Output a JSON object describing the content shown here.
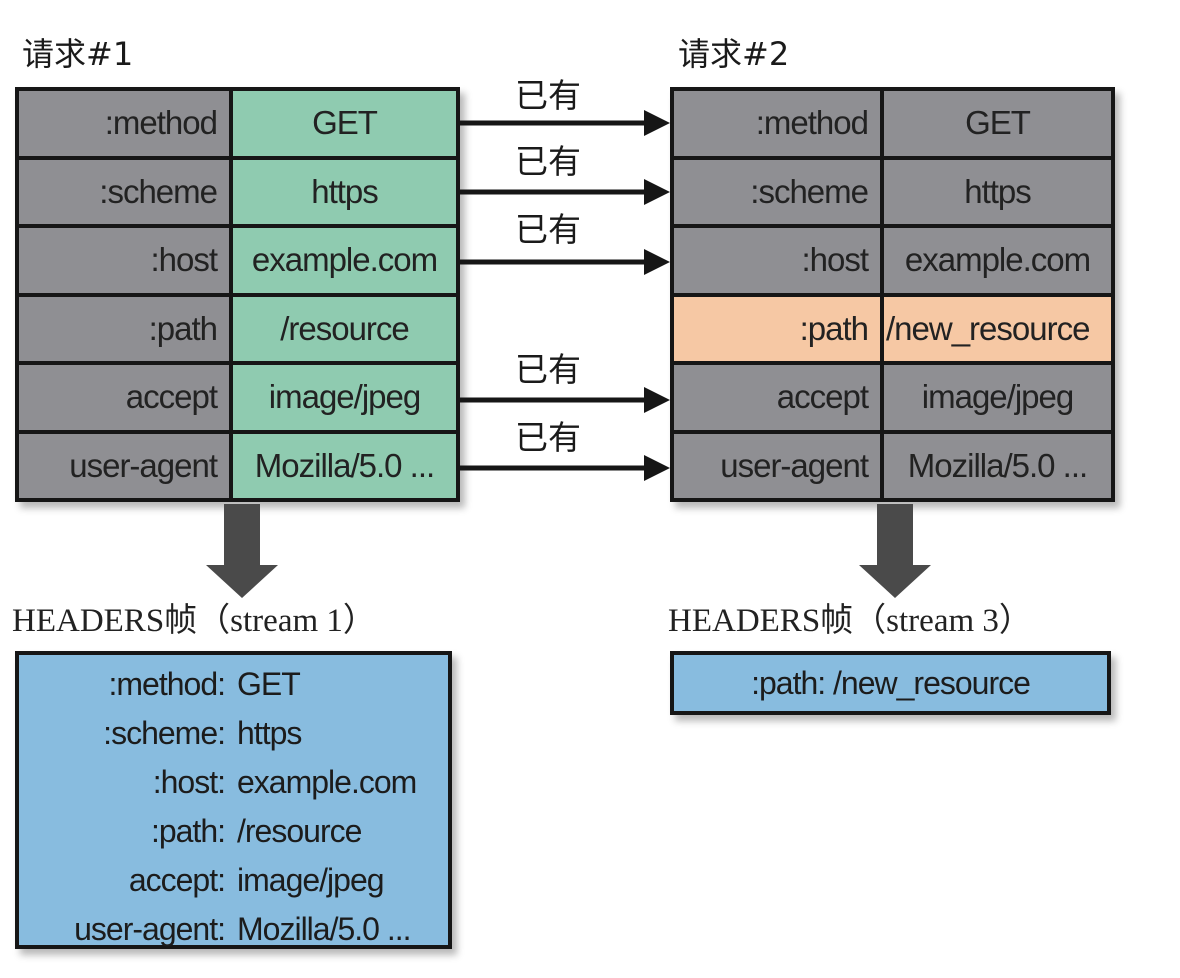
{
  "request1": {
    "title": "请求#1",
    "rows": [
      {
        "name": ":method",
        "value": "GET"
      },
      {
        "name": ":scheme",
        "value": "https"
      },
      {
        "name": ":host",
        "value": "example.com"
      },
      {
        "name": ":path",
        "value": "/resource"
      },
      {
        "name": "accept",
        "value": "image/jpeg"
      },
      {
        "name": "user-agent",
        "value": "Mozilla/5.0 ..."
      }
    ]
  },
  "request2": {
    "title": "请求#2",
    "rows": [
      {
        "name": ":method",
        "value": "GET"
      },
      {
        "name": ":scheme",
        "value": "https"
      },
      {
        "name": ":host",
        "value": "example.com"
      },
      {
        "name": ":path",
        "value": "/new_resource",
        "highlight": true
      },
      {
        "name": "accept",
        "value": "image/jpeg"
      },
      {
        "name": "user-agent",
        "value": "Mozilla/5.0 ..."
      }
    ]
  },
  "connector_label": "已有",
  "frame1": {
    "title": "HEADERS帧（stream 1）",
    "lines": [
      {
        "name": ":method:",
        "value": "GET"
      },
      {
        "name": ":scheme:",
        "value": "https"
      },
      {
        "name": ":host:",
        "value": "example.com"
      },
      {
        "name": ":path:",
        "value": "/resource"
      },
      {
        "name": "accept:",
        "value": "image/jpeg"
      },
      {
        "name": "user-agent:",
        "value": "Mozilla/5.0 ..."
      }
    ]
  },
  "frame2": {
    "title": "HEADERS帧（stream 3）",
    "lines": [
      {
        "name": ":path:",
        "value": "/new_resource"
      }
    ]
  },
  "colors": {
    "name_cell": "#8f8f93",
    "req1_value_cell": "#8fcbb0",
    "highlight_row": "#f6c8a4",
    "frame_fill": "#88bcdf",
    "border": "#161616"
  }
}
